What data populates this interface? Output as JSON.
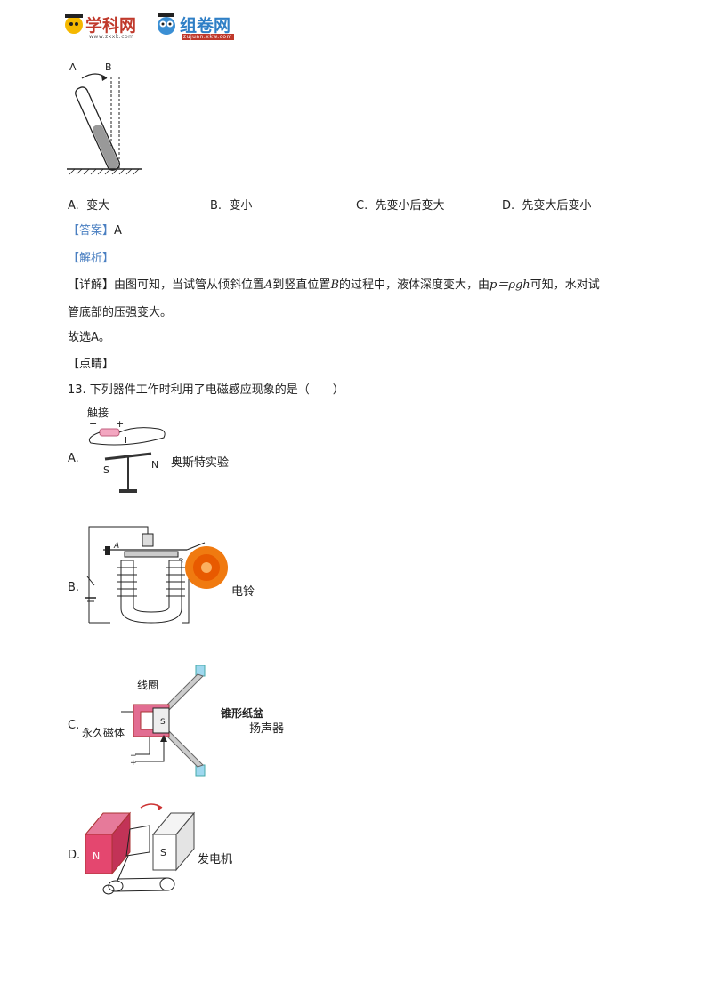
{
  "header": {
    "logo1_text": "学科网",
    "logo1_url": "www.zxxk.com",
    "logo2_text": "组卷网",
    "logo2_url": "zujuan.xkw.com"
  },
  "q12": {
    "fig_label_a": "A",
    "fig_label_b": "B",
    "options": [
      {
        "letter": "A.",
        "text": "变大"
      },
      {
        "letter": "B.",
        "text": "变小"
      },
      {
        "letter": "C.",
        "text": "先变小后变大"
      },
      {
        "letter": "D.",
        "text": "先变大后变小"
      }
    ],
    "answer_tag": "【答案】",
    "answer": "A",
    "analysis_tag": "【解析】",
    "detail_tag": "【详解】",
    "detail_p1": "由图可知，当试管从倾斜位置",
    "detail_a": "A",
    "detail_p2": "到竖直位置",
    "detail_b": "B",
    "detail_p3": "的过程中，液体深度变大，由",
    "detail_formula": "p＝ρgh",
    "detail_p4": "可知，水对试",
    "detail_line2": "管底部的压强变大。",
    "choice_line": "故选A。",
    "comment_tag": "【点睛】"
  },
  "q13": {
    "question": "13. 下列器件工作时利用了电磁感应现象的是（　　）",
    "options": [
      {
        "letter": "A.",
        "caption": "奥斯特实验",
        "fig_labels": [
          "触接",
          "−",
          "+",
          "I",
          "S",
          "N"
        ]
      },
      {
        "letter": "B.",
        "caption": "电铃",
        "fig_labels": [
          "A",
          "B"
        ]
      },
      {
        "letter": "C.",
        "caption": "扬声器",
        "fig_labels": [
          "线圈",
          "锥形纸盆",
          "永久磁体",
          "S",
          "−",
          "+"
        ]
      },
      {
        "letter": "D.",
        "caption": "发电机",
        "fig_labels": [
          "N",
          "S"
        ]
      }
    ]
  }
}
